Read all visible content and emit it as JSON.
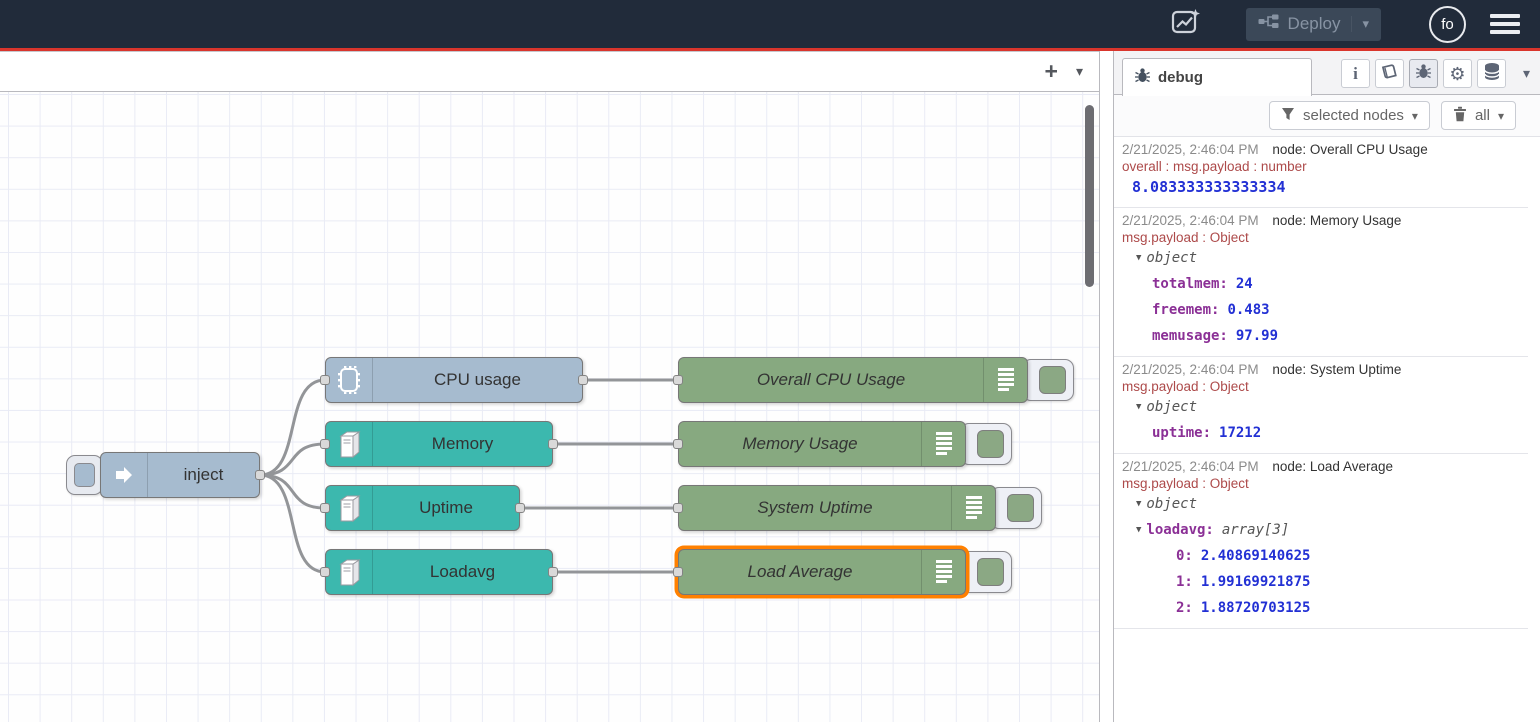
{
  "header": {
    "deploy": {
      "label": "Deploy"
    },
    "avatar": {
      "initials": "fo"
    }
  },
  "icons": {
    "plus": "+",
    "dropdown_caret": "▾",
    "collapse_caret": "▼"
  },
  "canvas": {
    "nodes": [
      {
        "id": "inject",
        "label": "inject"
      },
      {
        "id": "cpu-usage",
        "label": "CPU usage"
      },
      {
        "id": "memory",
        "label": "Memory"
      },
      {
        "id": "uptime",
        "label": "Uptime"
      },
      {
        "id": "loadavg",
        "label": "Loadavg"
      },
      {
        "id": "debug-overall-cpu",
        "label": "Overall CPU Usage"
      },
      {
        "id": "debug-memory-usage",
        "label": "Memory Usage"
      },
      {
        "id": "debug-system-uptime",
        "label": "System Uptime"
      },
      {
        "id": "debug-load-average",
        "label": "Load Average",
        "selected": true
      }
    ]
  },
  "sidebar": {
    "tab_label": "debug",
    "filter_label": "selected nodes",
    "clear_label": "all",
    "messages": [
      {
        "timestamp": "2/21/2025, 2:46:04 PM",
        "source": "node: Overall CPU Usage",
        "meta": "overall : msg.payload : number",
        "value": "8.083333333333334"
      },
      {
        "timestamp": "2/21/2025, 2:46:04 PM",
        "source": "node: Memory Usage",
        "meta": "msg.payload : Object",
        "root": "object",
        "entries": [
          {
            "key": "totalmem:",
            "value": "24"
          },
          {
            "key": "freemem:",
            "value": "0.483"
          },
          {
            "key": "memusage:",
            "value": "97.99"
          }
        ]
      },
      {
        "timestamp": "2/21/2025, 2:46:04 PM",
        "source": "node: System Uptime",
        "meta": "msg.payload : Object",
        "root": "object",
        "entries": [
          {
            "key": "uptime:",
            "value": "17212"
          }
        ]
      },
      {
        "timestamp": "2/21/2025, 2:46:04 PM",
        "source": "node: Load Average",
        "meta": "msg.payload : Object",
        "root": "object",
        "array_key": "loadavg:",
        "array_type": "array[3]",
        "entries": [
          {
            "key": "0:",
            "value": "2.40869140625"
          },
          {
            "key": "1:",
            "value": "1.99169921875"
          },
          {
            "key": "2:",
            "value": "1.88720703125"
          }
        ]
      }
    ]
  },
  "colors": {
    "header_bg": "#212b3a",
    "accent_red": "#d9352c",
    "node_blue": "#a6bbcf",
    "node_teal": "#3cb8ae",
    "node_green": "#87a980",
    "selection_orange": "#ff8000",
    "value_blue": "#2230d4",
    "key_purple": "#8b3096",
    "meta_red": "#ad4a4a"
  }
}
